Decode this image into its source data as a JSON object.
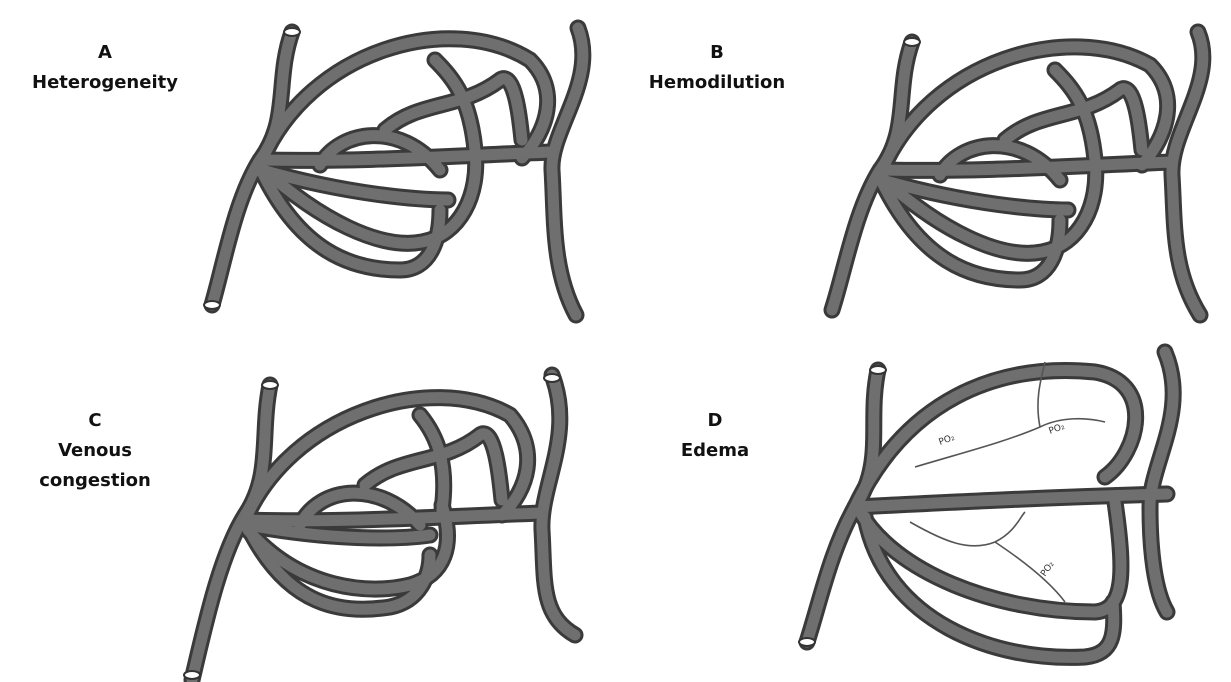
{
  "panels": [
    {
      "id": "A",
      "letter": "A",
      "lines": [
        "Heterogeneity"
      ]
    },
    {
      "id": "B",
      "letter": "B",
      "lines": [
        "Hemodilution"
      ]
    },
    {
      "id": "C",
      "letter": "C",
      "lines": [
        "Venous",
        "congestion"
      ]
    },
    {
      "id": "D",
      "letter": "D",
      "lines": [
        "Edema"
      ]
    }
  ],
  "edema_marks": [
    "PO₂",
    "PO₂",
    "PO₂"
  ],
  "colors": {
    "vessel_outline": "#3a3a3a",
    "vessel_fill": "#6f6f6f",
    "background": "#ffffff"
  }
}
